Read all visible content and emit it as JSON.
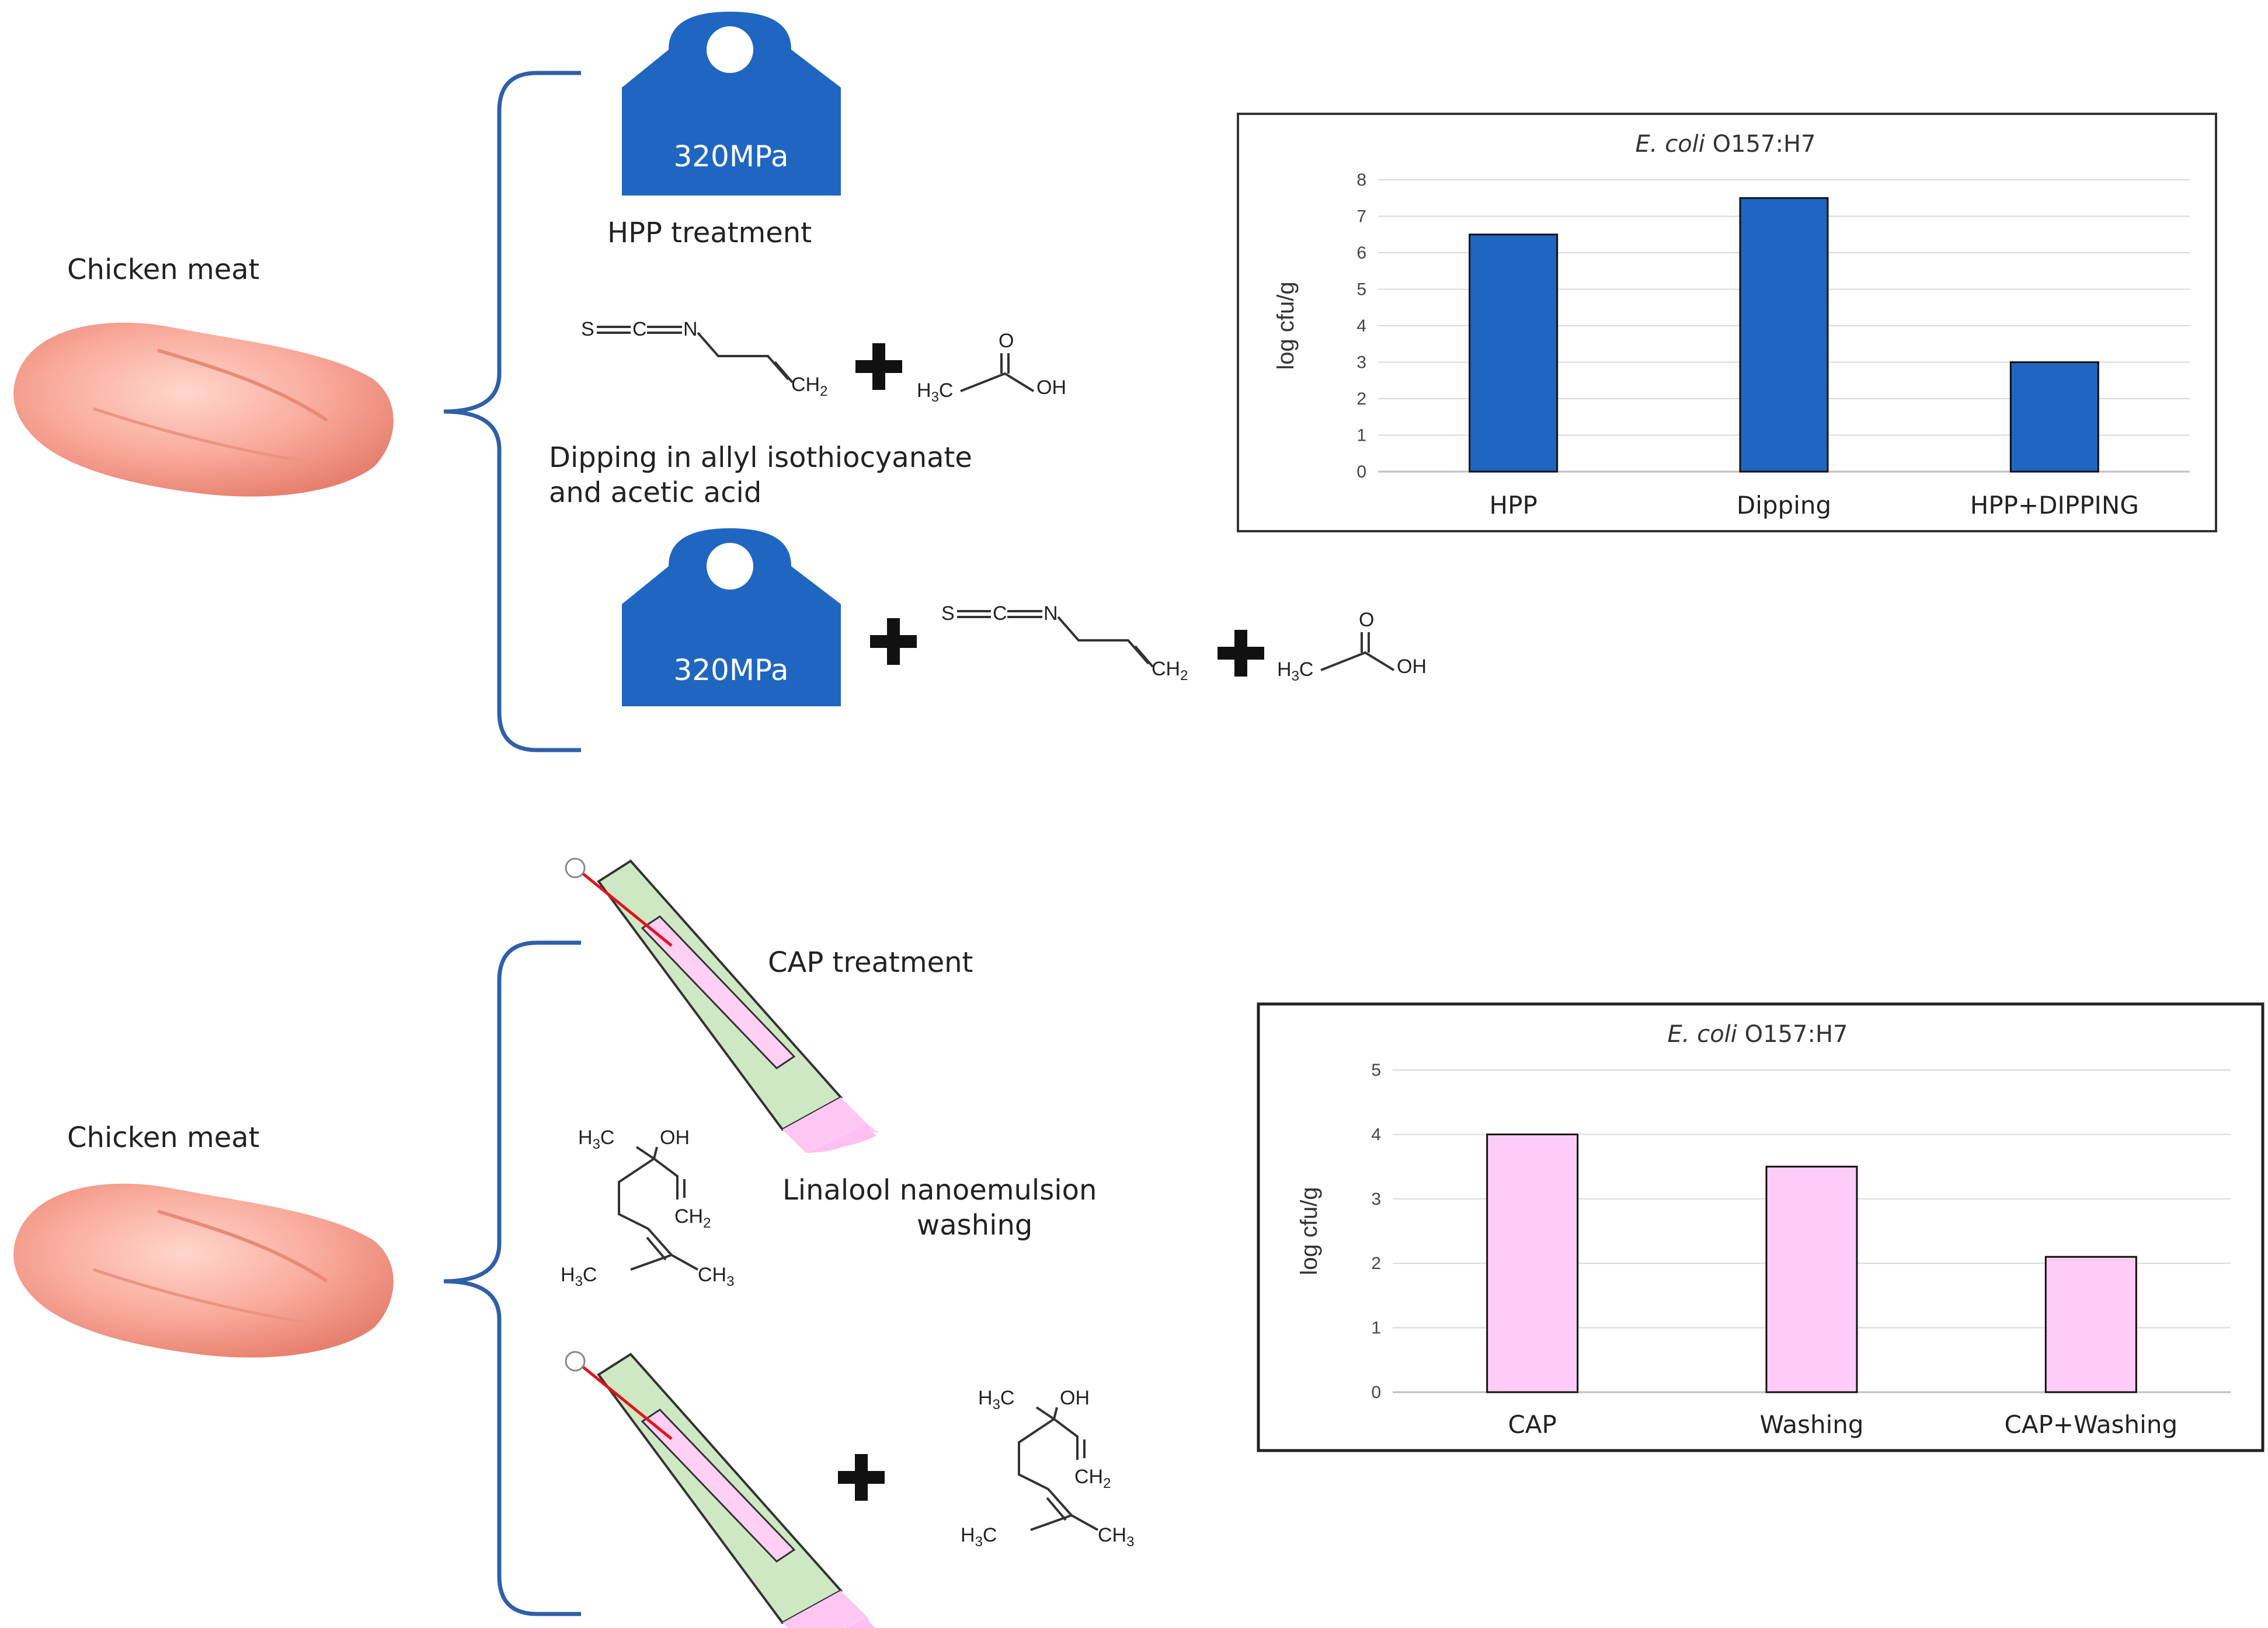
{
  "top": {
    "meat_label": "Chicken meat",
    "weight_label_1": "320MPa",
    "weight_label_2": "320MPa",
    "hpp_caption": "HPP treatment",
    "dipping_caption_line1": "Dipping in allyl isothiocyanate",
    "dipping_caption_line2": "and acetic acid"
  },
  "bottom": {
    "meat_label": "Chicken meat",
    "cap_caption": "CAP treatment",
    "washing_caption_line1": "Linalool nanoemulsion",
    "washing_caption_line2": "washing"
  },
  "chemistry": {
    "aitc": {
      "s": "S",
      "c": "C",
      "n": "N",
      "ch2": "CH",
      "ch2_sub": "2"
    },
    "acetic": {
      "o": "O",
      "h3c": "H",
      "h3c_sub": "3",
      "h3c_c": "C",
      "oh": "OH"
    },
    "linalool": {
      "h3c_a": "H",
      "h3c_a_sub": "3",
      "h3c_a_c": "C",
      "oh": "OH",
      "ch2": "CH",
      "ch2_sub": "2",
      "h3c_b": "H",
      "h3c_b_sub": "3",
      "h3c_b_c": "C",
      "ch3": "CH",
      "ch3_sub": "3"
    }
  },
  "colors": {
    "hpp_blue": "#1f66c1",
    "bar_blue": "#1f66c1",
    "bar_pink": "#ffccf7",
    "brace_blue": "#2f5fa8",
    "meat": "#f7a89a"
  },
  "chart_data": [
    {
      "type": "bar",
      "title_italic": "E. coli",
      "title_rest": " O157:H7",
      "ylabel": "log cfu/g",
      "ylim": [
        0,
        8
      ],
      "yticks": [
        0,
        1,
        2,
        3,
        4,
        5,
        6,
        7,
        8
      ],
      "categories": [
        "HPP",
        "Dipping",
        "HPP+DIPPING"
      ],
      "values": [
        6.5,
        7.5,
        3.0
      ],
      "color": "#1f66c1",
      "grid": true
    },
    {
      "type": "bar",
      "title_italic": "E. coli",
      "title_rest": " O157:H7",
      "ylabel": "log cfu/g",
      "ylim": [
        0,
        5
      ],
      "yticks": [
        0,
        1,
        2,
        3,
        4,
        5
      ],
      "categories": [
        "CAP",
        "Washing",
        "CAP+Washing"
      ],
      "values": [
        4.0,
        3.5,
        2.1
      ],
      "color": "#ffccf7",
      "grid": true
    }
  ]
}
